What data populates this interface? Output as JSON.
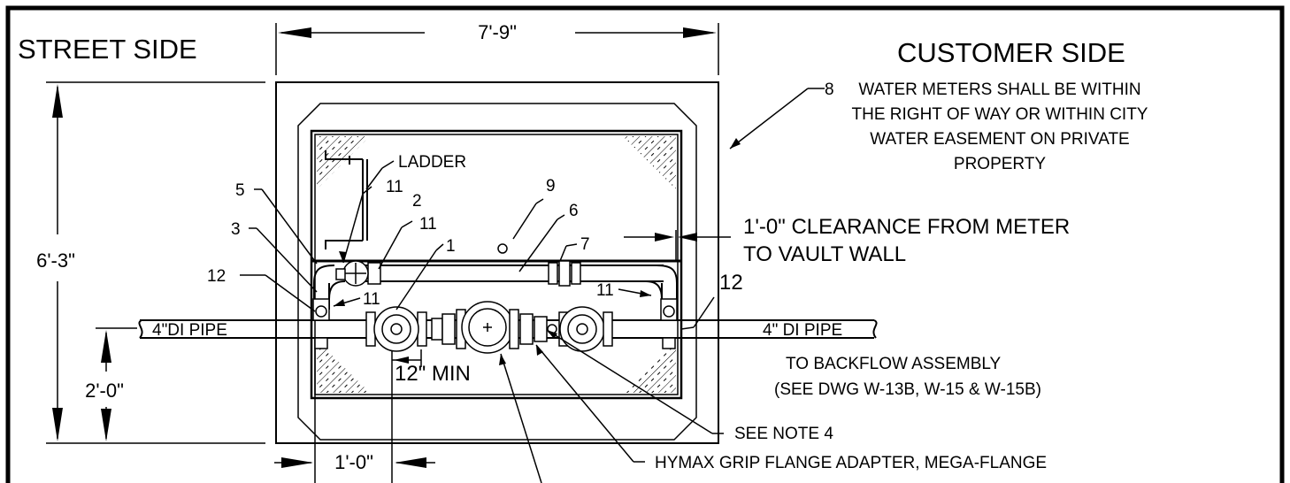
{
  "labels": {
    "street_side": "STREET SIDE",
    "customer_side": "CUSTOMER SIDE",
    "width_dim": "7'-9\"",
    "height_dim": "6'-3\"",
    "pipe_height_dim": "2'-0\"",
    "offset_dim": "1'-0\"",
    "ladder": "LADDER",
    "note_line1": "WATER METERS SHALL BE WITHIN",
    "note_line2": "THE RIGHT OF WAY OR WITHIN CITY",
    "note_line3": "WATER EASEMENT ON PRIVATE",
    "note_line4": "PROPERTY",
    "clearance_line1": "1'-0\" CLEARANCE FROM METER",
    "clearance_line2": "TO VAULT WALL",
    "left_pipe": "4\"DI PIPE",
    "right_pipe": "4\" DI PIPE",
    "backflow_line1": "TO BACKFLOW ASSEMBLY",
    "backflow_line2": "(SEE DWG W-13B, W-15 & W-15B)",
    "min_dim": "12\" MIN",
    "see_note": "SEE NOTE 4",
    "hymax": "HYMAX GRIP FLANGE ADAPTER, MEGA-FLANGE"
  },
  "callouts": {
    "c1": "1",
    "c2": "2",
    "c3": "3",
    "c5": "5",
    "c6": "6",
    "c7": "7",
    "c8": "8",
    "c9": "9",
    "c11a": "11",
    "c11b": "11",
    "c11c": "11",
    "c11d": "11",
    "c12a": "12",
    "c12b": "12"
  }
}
